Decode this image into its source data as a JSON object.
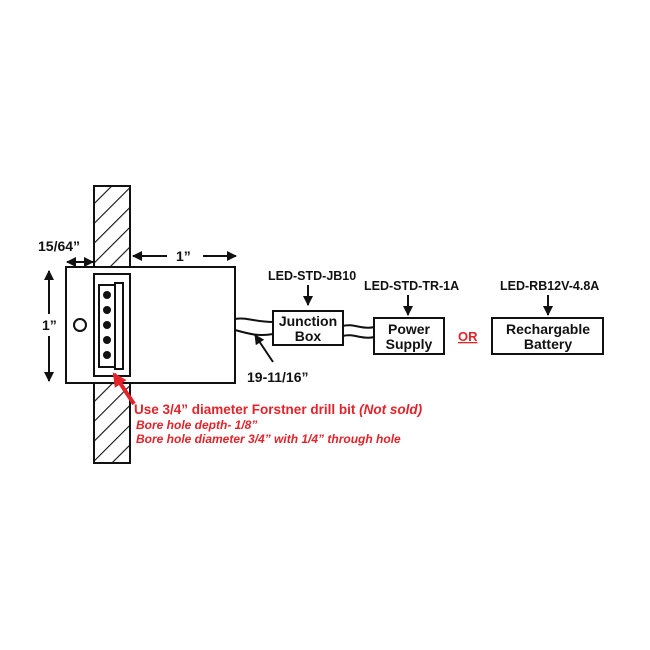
{
  "dimensions": {
    "wall_gap": "15/64”",
    "depth": "1”",
    "height": "1”",
    "wire_length": "19-11/16”"
  },
  "parts": {
    "junction_box": {
      "model": "LED-STD-JB10",
      "line1": "Junction",
      "line2": "Box"
    },
    "power_supply": {
      "model": "LED-STD-TR-1A",
      "line1": "Power",
      "line2": "Supply"
    },
    "battery": {
      "model": "LED-RB12V-4.8A",
      "line1": "Rechargable",
      "line2": "Battery"
    },
    "or_label": "OR"
  },
  "notes": {
    "drill_main": "Use 3/4” diameter Forstner drill bit ",
    "drill_not_sold": "(Not sold)",
    "bore_depth": "Bore hole depth- 1/8”",
    "bore_diameter": "Bore hole diameter 3/4” with 1/4” through hole"
  },
  "colors": {
    "line": "#111111",
    "accent_red": "#e2232a",
    "background": "#ffffff"
  }
}
